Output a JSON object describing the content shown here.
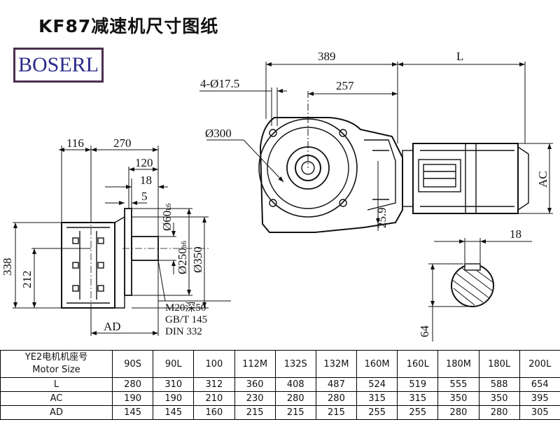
{
  "title": "KF87减速机尺寸图纸",
  "logo": "BOSERL",
  "dims": {
    "d389": "389",
    "dL": "L",
    "d4_17_5": "4-Ø17.5",
    "d257": "257",
    "d300": "Ø300",
    "dAC": "AC",
    "d25_9": "25.9",
    "d18": "18",
    "d64": "64",
    "d116": "116",
    "d270": "270",
    "d120": "120",
    "d18b": "18",
    "d5": "5",
    "d60": "Ø60",
    "d60sub": "k6",
    "d250": "Ø250",
    "d250sub": "h6",
    "d350": "Ø350",
    "d338": "338",
    "d212": "212",
    "dAD": "AD"
  },
  "notes": [
    "M20深50",
    "GB/T 145",
    "DIN 332"
  ],
  "table": {
    "header_label_line1": "YE2电机机座号",
    "header_label_line2": "Motor Size",
    "columns": [
      "90S",
      "90L",
      "100",
      "112M",
      "132S",
      "132M",
      "160M",
      "160L",
      "180M",
      "180L",
      "200L"
    ],
    "rows": [
      {
        "label": "L",
        "values": [
          "280",
          "310",
          "312",
          "360",
          "408",
          "487",
          "524",
          "519",
          "555",
          "588",
          "654"
        ]
      },
      {
        "label": "AC",
        "values": [
          "190",
          "190",
          "210",
          "230",
          "280",
          "280",
          "315",
          "315",
          "350",
          "350",
          "395"
        ]
      },
      {
        "label": "AD",
        "values": [
          "145",
          "145",
          "160",
          "215",
          "215",
          "215",
          "255",
          "255",
          "280",
          "280",
          "305"
        ]
      }
    ]
  }
}
